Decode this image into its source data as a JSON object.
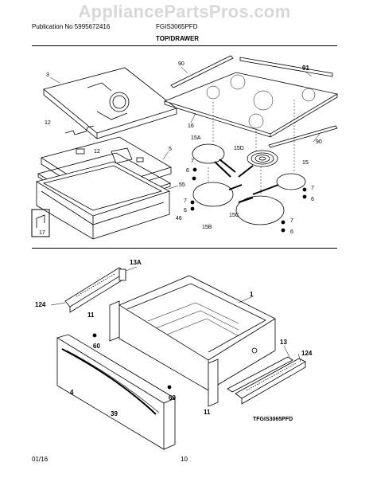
{
  "watermark": "AppliancePartsPros.com",
  "header": {
    "publication": "Publication No  5995672416",
    "model": "FGIS3065PFD",
    "section_title": "TOP/DRAWER"
  },
  "callouts": {
    "c3": "3",
    "c12a": "12",
    "c12b": "12",
    "c5": "5",
    "c55": "55",
    "c46": "46",
    "c17": "17",
    "c90a": "90",
    "c91": "91",
    "c16": "16",
    "c90b": "90",
    "c15a": "15A",
    "c15d": "15D",
    "c15": "15",
    "c15b": "15B",
    "c15c": "15C",
    "c6a": "6",
    "c7a": "7",
    "c7b": "7",
    "c6b": "6",
    "c7c": "7",
    "c6c": "6",
    "c7d": "7",
    "c6d": "6",
    "c13a": "13A",
    "c124a": "124",
    "c11a": "11",
    "c60a": "60",
    "c1": "1",
    "c4": "4",
    "c39": "39",
    "c60b": "60",
    "c11b": "11",
    "c13": "13",
    "c124b": "124"
  },
  "drawing_id": "TFGIS3065PFD",
  "footer": {
    "date": "01/16",
    "page": "10"
  }
}
